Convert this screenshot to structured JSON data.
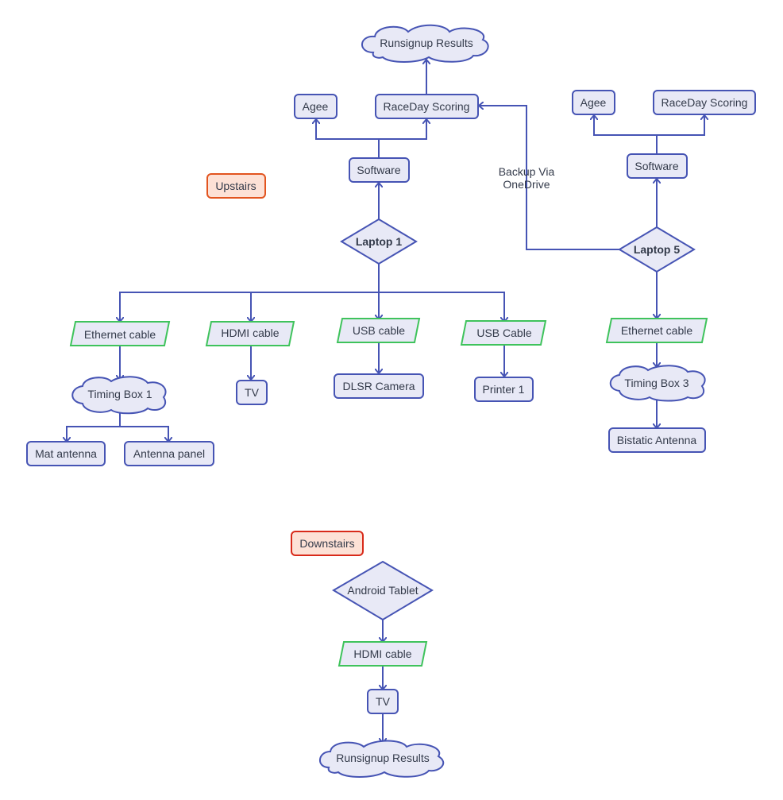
{
  "diagram": {
    "nodes": {
      "runsignup_top": "Runsignup Results",
      "agee_l": "Agee",
      "raceday_l": "RaceDay Scoring",
      "software_l": "Software",
      "upstairs": "Upstairs",
      "laptop1": "Laptop 1",
      "eth_l": "Ethernet cable",
      "hdmi_l": "HDMI cable",
      "usb1": "USB cable",
      "usb2": "USB Cable",
      "timing1": "Timing Box 1",
      "tv_l": "TV",
      "dlsr": "DLSR Camera",
      "printer1": "Printer 1",
      "mat": "Mat antenna",
      "panel": "Antenna panel",
      "agee_r": "Agee",
      "raceday_r": "RaceDay Scoring",
      "software_r": "Software",
      "laptop5": "Laptop 5",
      "eth_r": "Ethernet cable",
      "timing3": "Timing Box 3",
      "bistatic": "Bistatic Antenna",
      "downstairs": "Downstairs",
      "android": "Android Tablet",
      "hdmi_d": "HDMI cable",
      "tv_d": "TV",
      "runsignup_bottom": "Runsignup Results"
    },
    "edge_labels": {
      "backup_line1": "Backup Via",
      "backup_line2": "OneDrive"
    }
  },
  "colors": {
    "node_fill": "#e8e9f6",
    "node_stroke": "#4654b4",
    "io_stroke": "#3fc35c",
    "upstairs_fill": "#fde1d6",
    "upstairs_stroke": "#e2541f",
    "downstairs_stroke": "#d82a1a"
  }
}
